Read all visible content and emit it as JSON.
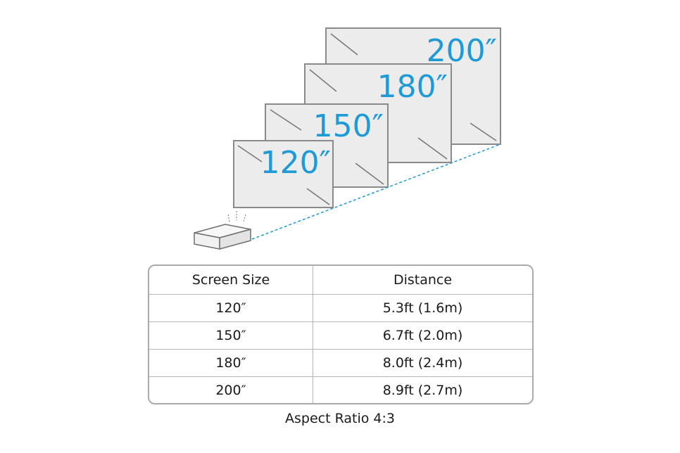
{
  "colors": {
    "accent": "#1e9bd7",
    "screen_fill": "#ececec",
    "screen_border": "#8a8a8a",
    "projector_fill": "#f4f4f4"
  },
  "screens": [
    {
      "label": "120″"
    },
    {
      "label": "150″"
    },
    {
      "label": "180″"
    },
    {
      "label": "200″"
    }
  ],
  "table": {
    "headers": [
      "Screen Size",
      "Distance"
    ],
    "rows": [
      [
        "120″",
        "5.3ft (1.6m)"
      ],
      [
        "150″",
        "6.7ft (2.0m)"
      ],
      [
        "180″",
        "8.0ft (2.4m)"
      ],
      [
        "200″",
        "8.9ft (2.7m)"
      ]
    ]
  },
  "caption": "Aspect Ratio 4:3"
}
